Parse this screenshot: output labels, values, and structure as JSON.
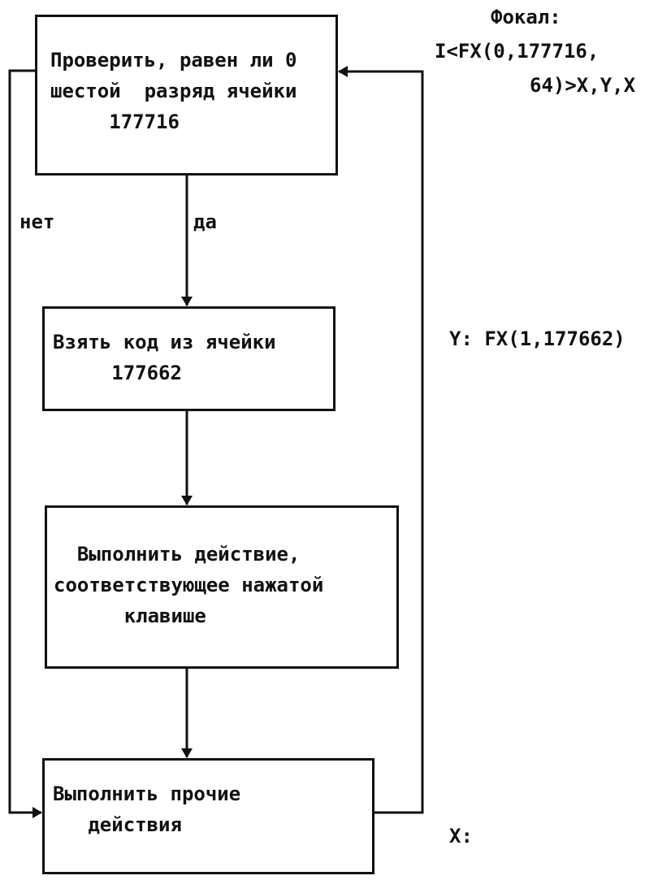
{
  "boxes": {
    "check": [
      "Проверить, равен ли 0",
      "шестой  разряд ячейки",
      "     177716"
    ],
    "take_code": [
      "Взять код из ячейки",
      "     177662"
    ],
    "execute": [
      "  Выполнить действие,",
      "соответствующее нажатой",
      "      клавише"
    ],
    "other": [
      "Выполнить прочие",
      "   действия"
    ]
  },
  "branches": {
    "no": "нет",
    "yes": "да"
  },
  "annotations": {
    "focal_title": "Фокал:",
    "focal_line1": "I<FX(0,177716,",
    "focal_line2": "64)>X,Y,X",
    "y_label": "Y: FX(1,177662)",
    "x_label": "X:"
  }
}
